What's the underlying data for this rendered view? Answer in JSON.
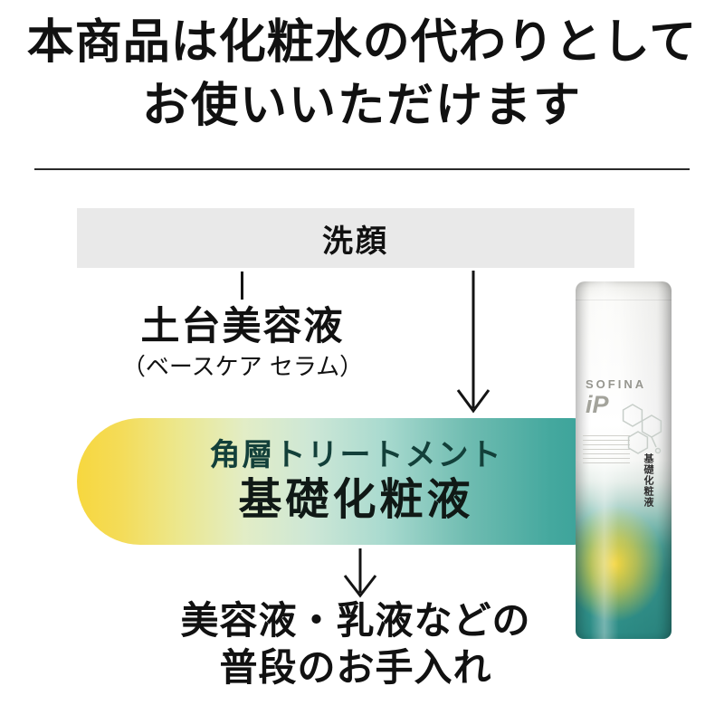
{
  "title": {
    "line1": "本商品は化粧水の代わりとして",
    "line2": "お使いいただけます"
  },
  "flow": {
    "step1": {
      "label": "洗顔"
    },
    "step2": {
      "label": "土台美容液",
      "sublabel": "（ベースケア セラム）"
    },
    "step3": {
      "label": "角層トリートメント",
      "sublabel": "基礎化粧液"
    },
    "step4": {
      "line1": "美容液・乳液などの",
      "line2": "普段のお手入れ"
    }
  },
  "product": {
    "brand": "SOFINA",
    "logo": "iP",
    "vertical_label": "基礎化粧液"
  },
  "colors": {
    "step1_bar": "#e9e9e9",
    "highlight_yellow": "#f7d73e",
    "highlight_teal": "#2f9a93",
    "bottle_teal": "#2b8a84",
    "bottle_glow_yellow": "#ffd93b",
    "text": "#111111"
  }
}
